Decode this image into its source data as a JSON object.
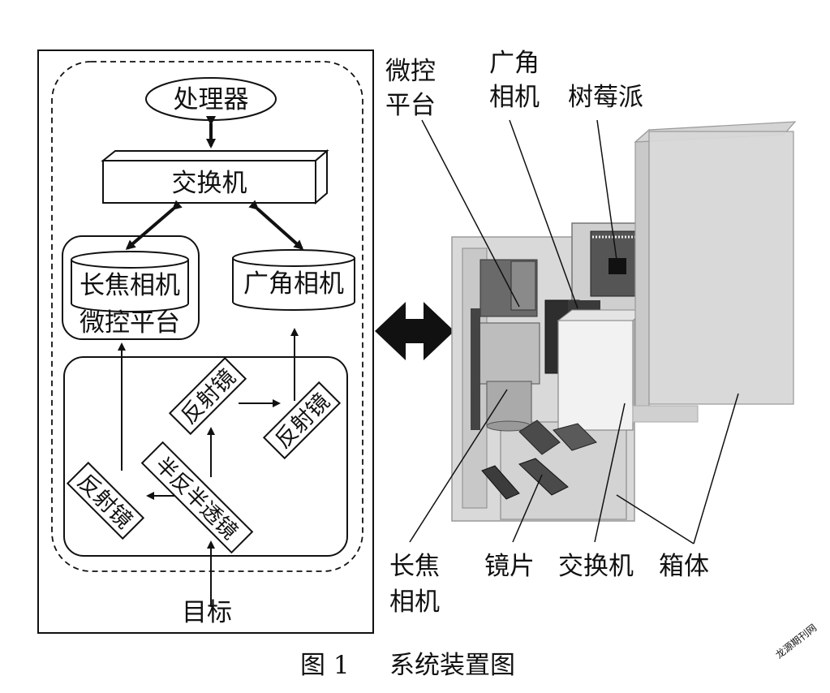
{
  "diagram": {
    "processor": "处理器",
    "switch": "交换机",
    "telephoto_camera": "长焦相机",
    "micro_platform": "微控平台",
    "wide_angle_camera": "广角相机",
    "mirror_left": "反射镜",
    "mirror_top": "反射镜",
    "mirror_right": "反射镜",
    "half_mirror": "半反半透镜",
    "target": "目标"
  },
  "photo_labels": {
    "micro_platform_l1": "微控",
    "micro_platform_l2": "平台",
    "wide_angle_l1": "广角",
    "wide_angle_l2": "相机",
    "raspberry_pi": "树莓派",
    "telephoto_l1": "长焦",
    "telephoto_l2": "相机",
    "lens": "镜片",
    "switch": "交换机",
    "box": "箱体"
  },
  "caption": {
    "number": "图 1",
    "title": "系统装置图"
  },
  "watermark": "龙源期刊网"
}
